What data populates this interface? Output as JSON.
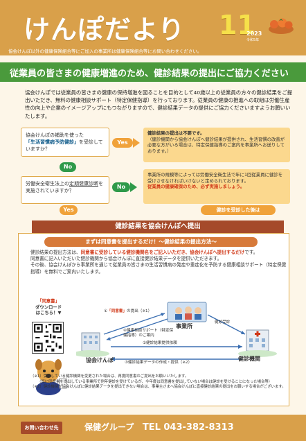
{
  "header": {
    "masthead": "けんぽだより",
    "issue": "11",
    "year": "2023",
    "era": "令和5年",
    "note": "協会けんぽ以外の健康保険組合等にご加入の事業所は健康保険組合等にお問い合わせください。"
  },
  "banner": "従業員の皆さまの健康増進のため、健診結果の提出にご協力ください",
  "intro": "協会けんぽでは従業員の皆さまの健康の保持増進を図ることを目的として40歳以上の従業員の方々の健診結果をご提出いただき、無料の健康相談サポート（特定保健指導）を行っております。従業員の健康の推進への取組は労働生産性の向上や企業のイメージアップにもつながりますので、健診結果データの提供にご協力くださいますようお願いいたします。",
  "flow": {
    "q1_pre": "協会けんぽの補助を使った",
    "q1_hl": "「生活習慣病予防健診」",
    "q1_post": "を受診していますか？",
    "yes": "Yes",
    "no": "No",
    "q2_pre": "労働安全衛生法上の",
    "q2_u": "定期健康診断",
    "q2_post": "を実施されていますか？",
    "res1_title": "健診結果の提出は不要です。",
    "res1_body": "（健診機関から協会けんぽへ健診結果が提供され、生活習慣の改善が必要な方がいる場合は、特定保健指導のご案内を事業所へお送りしております。）",
    "res2_body": "事業所の規模等によっては労働安全衛生法で年に1回従業員に健診を受けさせなければいけないと定められております。",
    "res2_red": "従業員の健康確保のため、必ず実施しましょう。",
    "after_label": "健診を受診した後は"
  },
  "submission": {
    "bar": "健診結果を協会けんぽへ提出",
    "subtitle": "まずは同意書を提出するだけ！〜健診結果の提出方法〜",
    "method_pre": "健診結果の提出方法は、",
    "method_red": "同意書に受診している健診機関名をご記入いただき、協会けんぽへ提出するだけ",
    "method_post": "です。",
    "line2": "同意書に記入いただいた健診機関から協会けんぽに直接健診結果データを提供いただきます。",
    "line3": "その後、協会けんぽから事業所を通じて従業員の皆さまの生活習慣病の発症や重症化を予防する健康相談サポート（特定保健指導）を無料でご案内いたします。"
  },
  "qr": {
    "l1": "「同意書」",
    "l2": "ダウンロード",
    "l3": "はこちら！▼"
  },
  "diagram": {
    "node_office": "事業所",
    "node_kyokai": "協会けんぽ",
    "node_clinic": "健診機関",
    "arrow1_pre": "①",
    "arrow1_red": "「同意書」",
    "arrow1_post": "の提出（※1）",
    "arrow4": "④健康相談サポート（特定保健指導）のご案内",
    "arrow_exam": "健診受診",
    "arrow2": "②健診結果提供依頼",
    "arrow3": "③健診結果データの作成・提供（※2）"
  },
  "footnotes": [
    "（※1）受診している健診機関を変更された場合は、再度同意書のご提出をお願いいたします。",
    "（既に同意書を提出している事業所で例年健診を受けているが、今年度は同意書を提出していない場合は健診を受けることになった場合等）",
    "（※2）健診機関が協会けんぽに健診結果データを提出できない場合は、事業主さまへ協会けんぽに直接健診結果の提出をお願いする場合がございます。"
  ],
  "contact": {
    "label": "お問い合わせ先",
    "group": "保健グループ",
    "tel": "TEL 043-382-8313"
  },
  "colors": {
    "header": "#d9a04a",
    "banner": "#4a9a3c",
    "accent": "#d13a1a",
    "yes": "#f0a23a",
    "no": "#2f9a4a"
  }
}
